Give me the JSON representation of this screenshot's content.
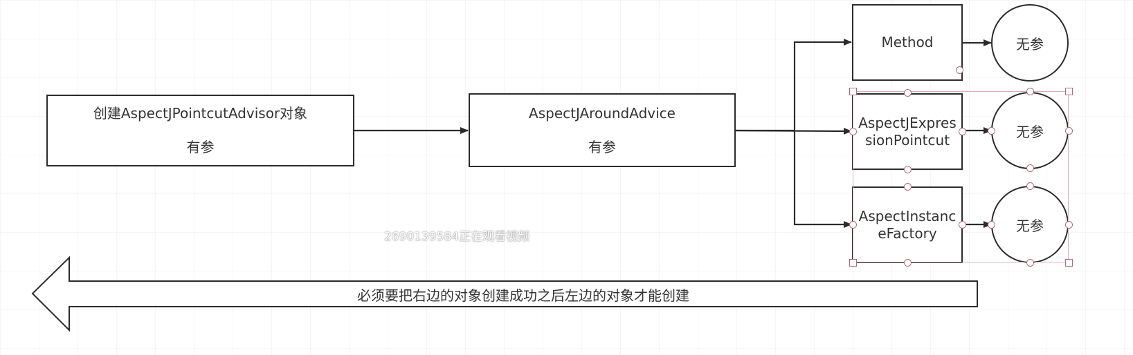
{
  "diagram": {
    "nodes": {
      "advisor": {
        "line1": "创建AspectJPointcutAdvisor对象",
        "line2": "有参"
      },
      "around_advice": {
        "line1": "AspectJAroundAdvice",
        "line2": "有参"
      },
      "method": {
        "label": "Method"
      },
      "pointcut": {
        "label": "AspectJExpressionPointcut"
      },
      "factory": {
        "label": "AspectInstanceFactory"
      },
      "no_arg_1": {
        "label": "无参"
      },
      "no_arg_2": {
        "label": "无参"
      },
      "no_arg_3": {
        "label": "无参"
      }
    },
    "big_arrow_label": "必须要把右边的对象创建成功之后左边的对象才能创建",
    "watermark": "2690139584正在观看视频"
  },
  "colors": {
    "stroke": "#2b2b2b",
    "text": "#333333",
    "selection": "#d9aeb5",
    "handle": "#b36b76"
  }
}
